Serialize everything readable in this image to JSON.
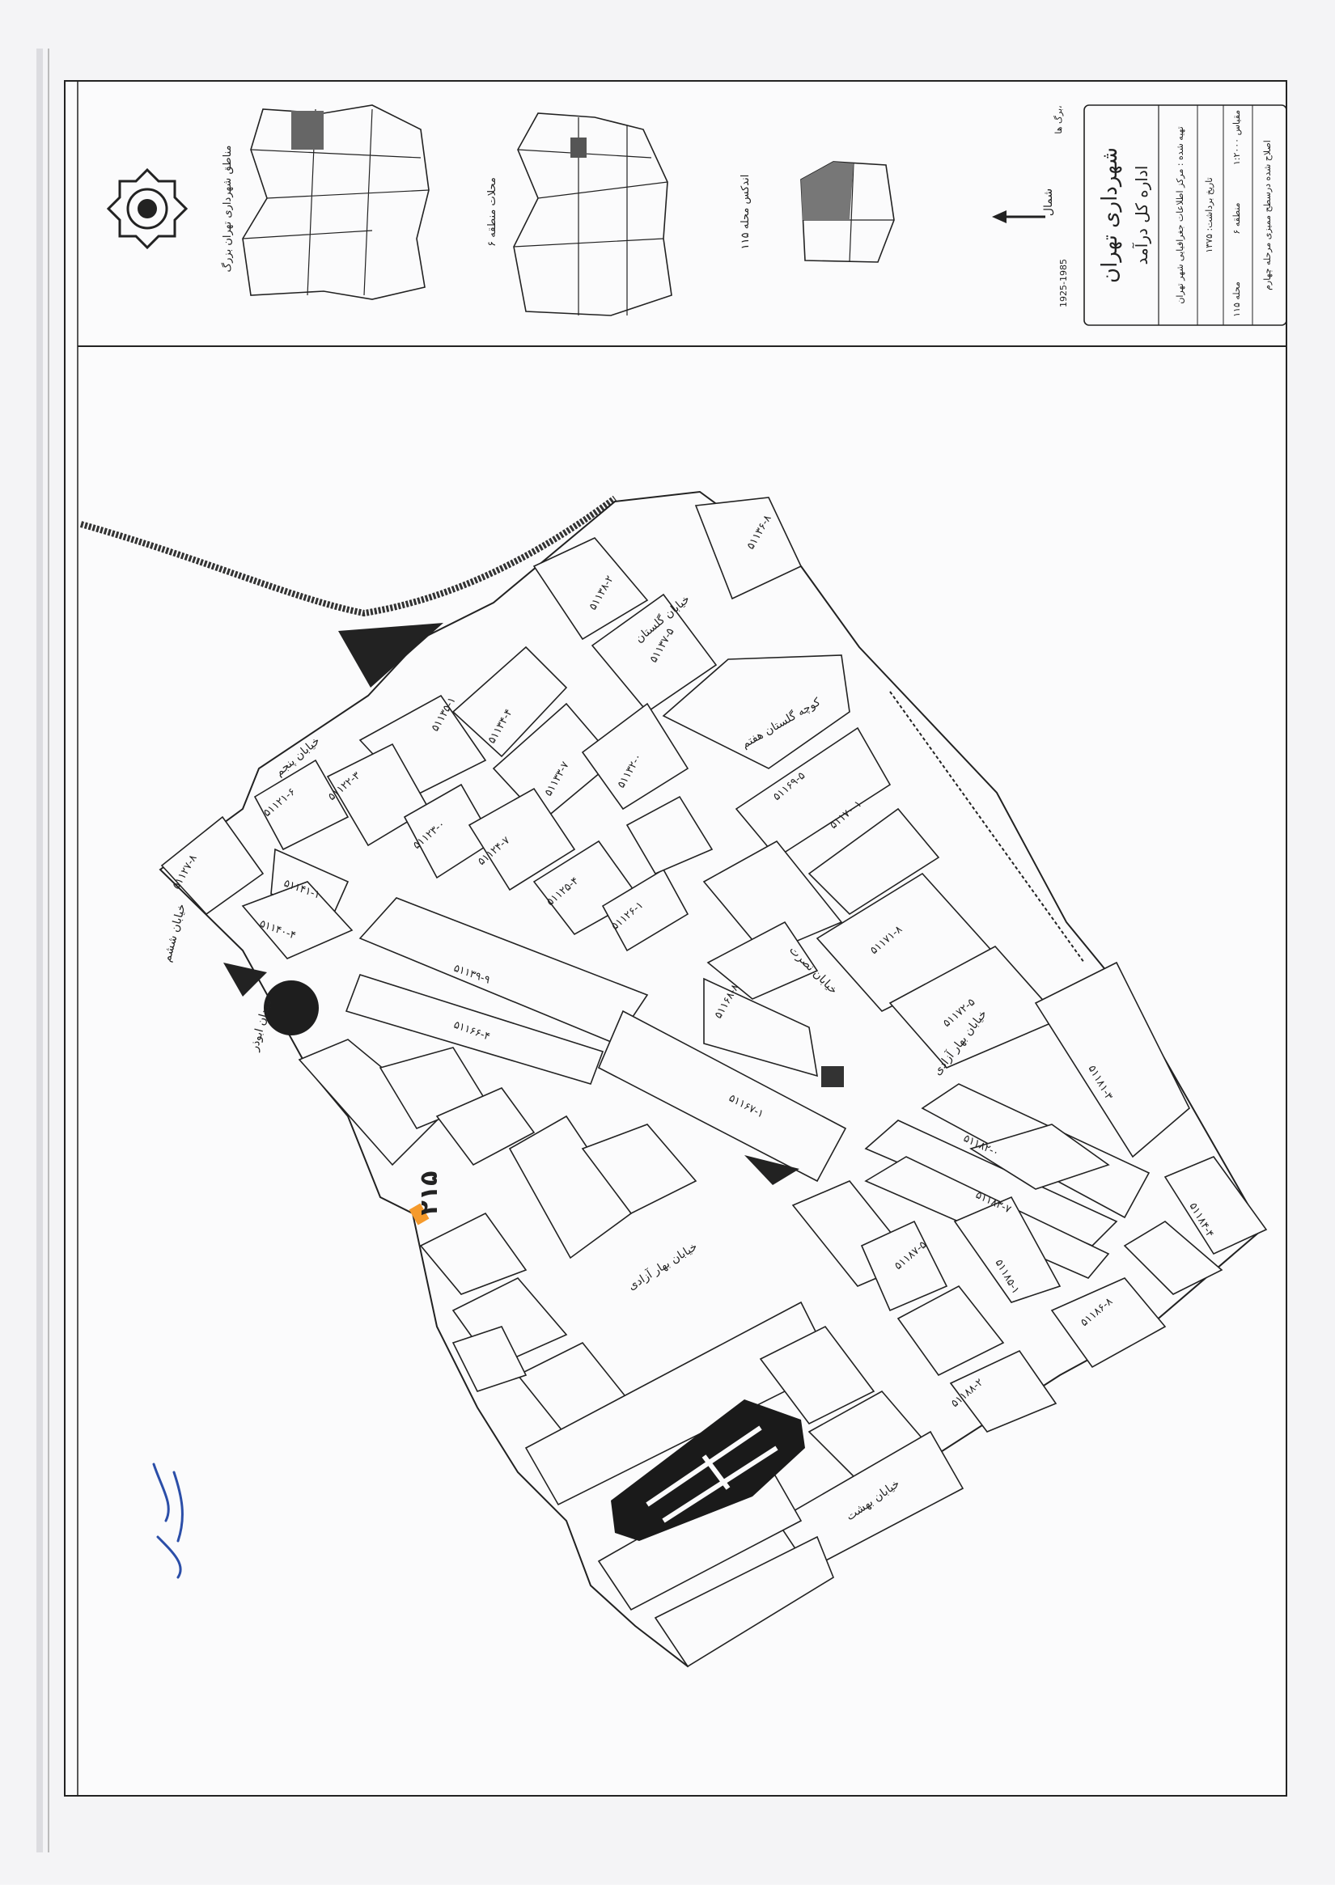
{
  "header": {
    "organization": "شهرداری تهران",
    "department": "اداره کل درآمد",
    "sheet": "برگ ها،",
    "years": "1925-1985",
    "prepared_by": "تهیه شده : مرکز اطلاعات جغرافیایی شهر تهران",
    "map_date": "تاریخ برداشت: ۱۳۷۵",
    "scale_label": "مقیاس ۱:۲۰۰۰",
    "zone_label": "منطقه ۶",
    "district_label": "محله ۱۱۵",
    "correction_note": "اصلاح شده درسطح ممیزی مرحله چهارم"
  },
  "insets": {
    "regions_title": "مناطق شهرداری تهران بزرگ",
    "districts_title": "محلات منطقه ۶",
    "index_title": "اندکس محله ۱۱۵",
    "north_label": "شمال"
  },
  "map": {
    "roads": [
      "خیابان بهار آزادی",
      "خیابان بهار آزادی",
      "میدان ابوذر",
      "خیابان گلستان",
      "خیابان نصرت",
      "خیابان پنجم",
      "خیابان ششم",
      "کوچه گلستان هفتم",
      "خیابان بهشت"
    ],
    "block_codes": [
      "۵۱۱۳۸-۲",
      "۵۱۱۳۷-۵",
      "۵۱۱۳۶-۸",
      "۵۱۱۳۵-۱",
      "۵۱۱۳۴-۴",
      "۵۱۱۳۳-۷",
      "۵۱۱۳۲-۰",
      "۵۱۱۲۱-۶",
      "۵۱۱۲۲-۳",
      "۵۱۱۲۳-۰",
      "۵۱۱۲۴-۷",
      "۵۱۱۲۵-۴",
      "۵۱۱۲۶-۱",
      "۵۱۱۲۷-۸",
      "۵۱۱۴۱-۱",
      "۵۱۱۴۰-۴",
      "۵۱۱۳۹-۹",
      "۵۱۱۶۶-۴",
      "۵۱۱۶۷-۱",
      "۵۱۱۶۸-۸",
      "۵۱۱۶۹-۵",
      "۵۱۱۷۰-۱",
      "۵۱۱۷۱-۸",
      "۵۱۱۷۲-۵",
      "۵۱۱۸۱-۳",
      "۵۱۱۸۲-۰",
      "۵۱۱۸۳-۷",
      "۵۱۱۸۴-۴",
      "۵۱۱۸۵-۱",
      "۵۱۱۸۶-۸",
      "۵۱۱۸۷-۵",
      "۵۱۱۸۸-۲"
    ],
    "parcel_number": "۲۱۵",
    "handwritten_note": "سورنی"
  },
  "colors": {
    "line": "#222222",
    "paper": "#fbfbfc",
    "highlight": "#f59a2c",
    "ink": "#2b4ea8"
  }
}
